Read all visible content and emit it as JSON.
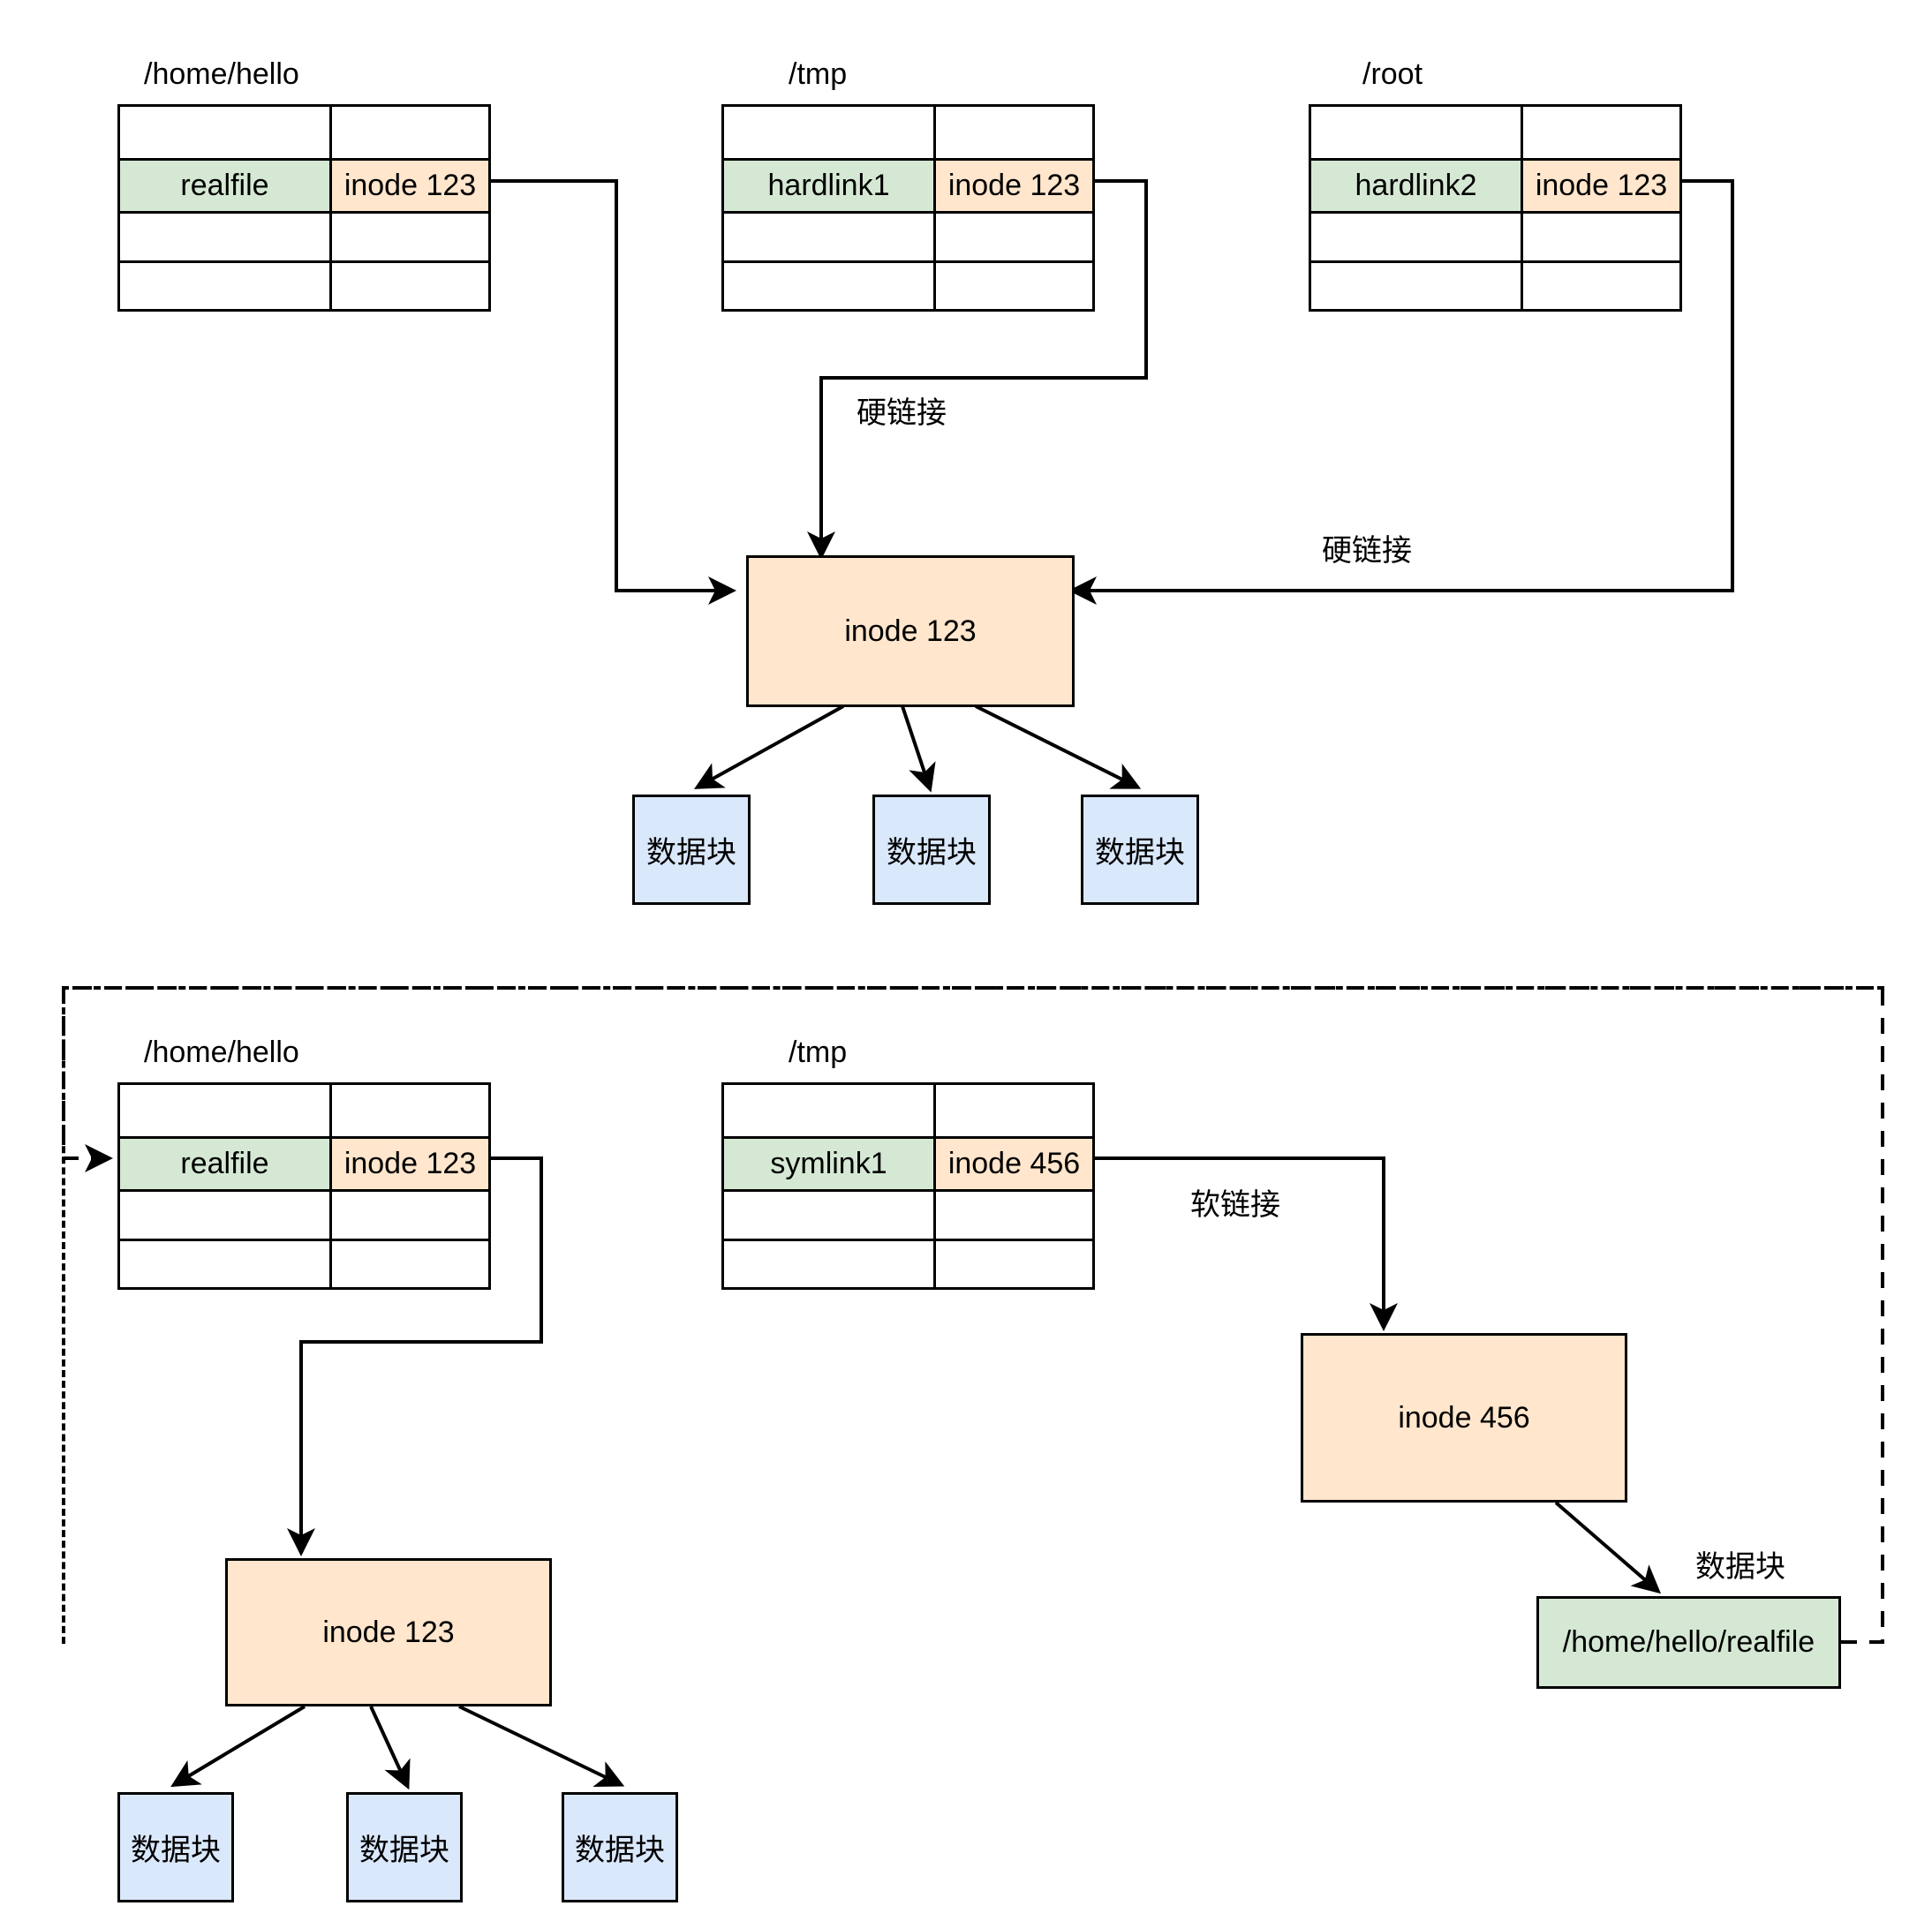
{
  "diagram": {
    "title_hard_link_section": "",
    "title_soft_link_section": ""
  },
  "hardlink_section": {
    "tables": [
      {
        "label": "/home/hello",
        "rows": [
          {
            "name": "",
            "inode": "",
            "filled": false
          },
          {
            "name": "realfile",
            "inode": "inode 123",
            "filled": true
          },
          {
            "name": "",
            "inode": "",
            "filled": false
          },
          {
            "name": "",
            "inode": "",
            "filled": false
          }
        ]
      },
      {
        "label": "/tmp",
        "rows": [
          {
            "name": "",
            "inode": "",
            "filled": false
          },
          {
            "name": "hardlink1",
            "inode": "inode 123",
            "filled": true
          },
          {
            "name": "",
            "inode": "",
            "filled": false
          },
          {
            "name": "",
            "inode": "",
            "filled": false
          }
        ]
      },
      {
        "label": "/root",
        "rows": [
          {
            "name": "",
            "inode": "",
            "filled": false
          },
          {
            "name": "hardlink2",
            "inode": "inode 123",
            "filled": true
          },
          {
            "name": "",
            "inode": "",
            "filled": false
          },
          {
            "name": "",
            "inode": "",
            "filled": false
          }
        ]
      }
    ],
    "inode": "inode 123",
    "edge_labels": {
      "hardlink_from_tmp": "硬链接",
      "hardlink_from_root": "硬链接"
    },
    "data_blocks": [
      "数据块",
      "数据块",
      "数据块"
    ]
  },
  "softlink_section": {
    "tables": [
      {
        "label": "/home/hello",
        "rows": [
          {
            "name": "",
            "inode": "",
            "filled": false
          },
          {
            "name": "realfile",
            "inode": "inode 123",
            "filled": true
          },
          {
            "name": "",
            "inode": "",
            "filled": false
          },
          {
            "name": "",
            "inode": "",
            "filled": false
          }
        ]
      },
      {
        "label": "/tmp",
        "rows": [
          {
            "name": "",
            "inode": "",
            "filled": false
          },
          {
            "name": "symlink1",
            "inode": "inode 456",
            "filled": true
          },
          {
            "name": "",
            "inode": "",
            "filled": false
          },
          {
            "name": "",
            "inode": "",
            "filled": false
          }
        ]
      }
    ],
    "inode_real": "inode 123",
    "inode_symlink": "inode 456",
    "edge_labels": {
      "softlink": "软链接",
      "symlink_data_block": "数据块"
    },
    "data_blocks": [
      "数据块",
      "数据块",
      "数据块"
    ],
    "symlink_target_path": "/home/hello/realfile"
  },
  "colors": {
    "green_fill": "#d5e8d4",
    "orange_fill": "#ffe6cc",
    "blue_fill": "#dae8fc",
    "stroke": "#000000",
    "background": "#ffffff"
  }
}
